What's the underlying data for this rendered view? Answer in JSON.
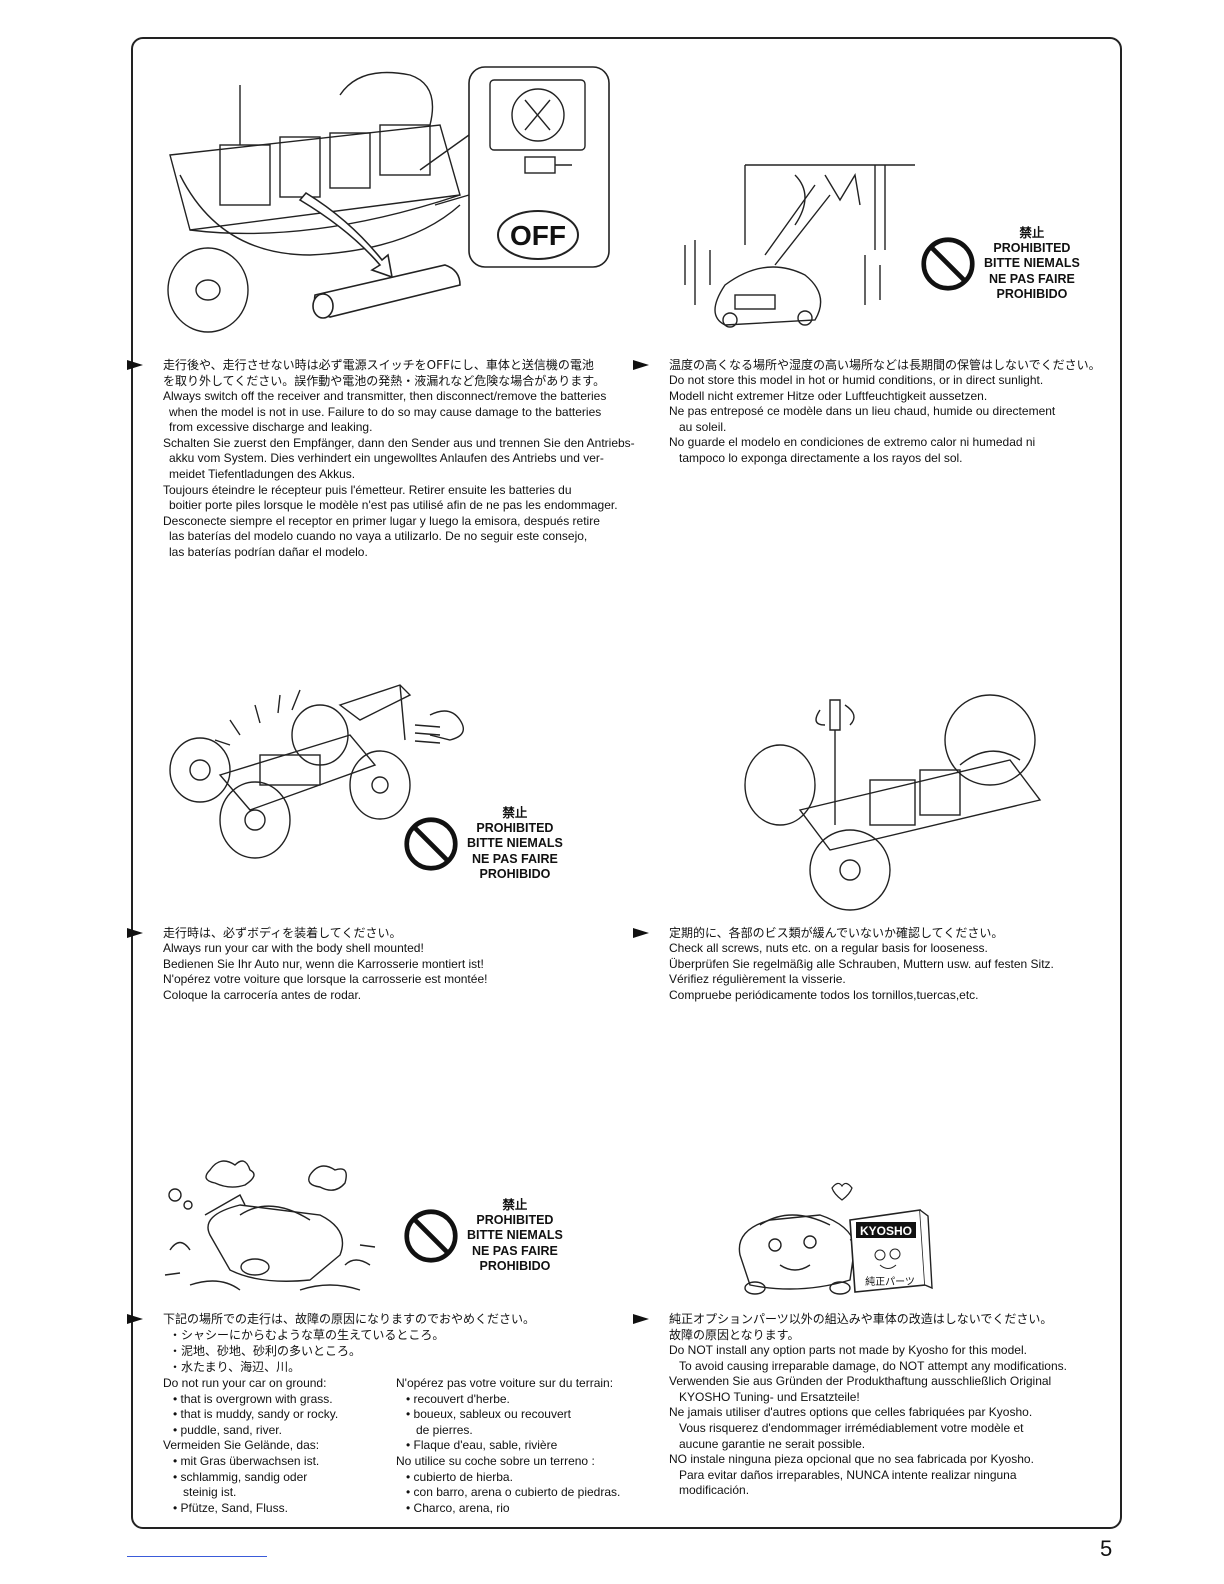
{
  "page_number": "5",
  "illustrations": {
    "off_switch_label": "OFF",
    "kyosho_box_brand": "KYOSHO",
    "kyosho_box_caption": "純正パーツ"
  },
  "prohibited_label": {
    "kanji": "禁止",
    "en": "PROHIBITED",
    "de": "BITTE NIEMALS",
    "fr": "NE PAS FAIRE",
    "es": "PROHIBIDO"
  },
  "sections": {
    "battery": {
      "jp": [
        "走行後や、走行させない時は必ず電源スイッチをOFFにし、車体と送信機の電池",
        "を取り外してください。誤作動や電池の発熱・液漏れなど危険な場合があります。"
      ],
      "lines": [
        "Always switch off the receiver and transmitter, then disconnect/remove the batteries",
        "when the model is not in use.  Failure to do so may cause damage to the batteries",
        "from excessive discharge and leaking.",
        "Schalten Sie zuerst den Empfänger, dann den Sender aus und trennen Sie den Antriebs-",
        "akku vom System.  Dies verhindert ein ungewolltes Anlaufen des Antriebs und ver-",
        "meidet Tiefentladungen des Akkus.",
        "Toujours éteindre le récepteur puis l'émetteur.  Retirer ensuite les batteries du",
        "boitier porte piles lorsque le modèle n'est pas utilisé afin de ne pas les endommager.",
        "Desconecte siempre el receptor en primer lugar y luego la emisora, después retire",
        "las baterías del modelo cuando no vaya a utilizarlo. De no seguir este consejo,",
        "las baterías podrían dañar el modelo."
      ]
    },
    "storage": {
      "jp": [
        "温度の高くなる場所や湿度の高い場所などは長期間の保管はしないでください。"
      ],
      "lines": [
        "Do not store this model in hot or humid conditions, or in direct sunlight.",
        "Modell nicht extremer Hitze oder Luftfeuchtigkeit aussetzen.",
        "Ne pas entreposé ce modèle dans un lieu chaud, humide  ou directement",
        "au soleil.",
        "No guarde el modelo en condiciones de extremo calor ni humedad ni",
        "tampoco lo exponga directamente a los rayos del sol."
      ]
    },
    "body": {
      "jp": [
        "走行時は、必ずボディを装着してください。"
      ],
      "lines": [
        "Always run your car with the body shell mounted!",
        "Bedienen Sie Ihr Auto nur, wenn die Karrosserie montiert ist!",
        "N'opérez votre voiture que lorsque la carrosserie est montée!",
        "Coloque la carrocería antes de rodar."
      ]
    },
    "screws": {
      "jp": [
        "定期的に、各部のビス類が緩んでいないか確認してください。"
      ],
      "lines": [
        "Check all screws, nuts etc. on a regular basis for looseness.",
        "Überprüfen Sie regelmäßig alle Schrauben, Muttern usw. auf festen Sitz.",
        "Vérifiez régulièrement la visserie.",
        "Compruebe periódicamente todos los tornillos,tuercas,etc."
      ]
    },
    "terrain": {
      "jp": [
        "下記の場所での走行は、故障の原因になりますのでおやめください。",
        "・シャシーにからむような草の生えているところ。",
        "・泥地、砂地、砂利の多いところ。",
        "・水たまり、海辺、川。"
      ],
      "left": [
        "Do not run your car on ground:",
        "• that is overgrown with grass.",
        "• that is muddy, sandy or rocky.",
        "• puddle, sand, river.",
        "Vermeiden Sie Gelände, das:",
        "• mit Gras überwachsen ist.",
        "• schlammig, sandig oder",
        "steinig ist.",
        "• Pfütze, Sand, Fluss."
      ],
      "right": [
        "N'opérez pas votre voiture sur du terrain:",
        "• recouvert d'herbe.",
        "• boueux, sableux ou recouvert",
        "de pierres.",
        "• Flaque d'eau, sable, rivière",
        "No utilice su coche sobre un terreno :",
        "• cubierto de hierba.",
        "• con barro, arena o cubierto de piedras.",
        "• Charco, arena, rio"
      ]
    },
    "parts": {
      "jp": [
        "純正オプションパーツ以外の組込みや車体の改造はしないでください。",
        "故障の原因となります。"
      ],
      "lines": [
        "Do NOT install any option parts not made by Kyosho for this model.",
        "To avoid causing irreparable damage, do NOT attempt any modifications.",
        "Verwenden Sie aus Gründen der Produkthaftung ausschließlich Original",
        "KYOSHO Tuning- und Ersatzteile!",
        "Ne jamais utiliser d'autres options que celles fabriquées par Kyosho.",
        "Vous risquerez d'endommager irrémédiablement votre modèle et",
        "aucune garantie ne serait possible.",
        "NO instale ninguna pieza opcional que no sea fabricada por Kyosho.",
        "Para evitar daños irreparables, NUNCA intente realizar ninguna",
        "modificación."
      ]
    }
  }
}
